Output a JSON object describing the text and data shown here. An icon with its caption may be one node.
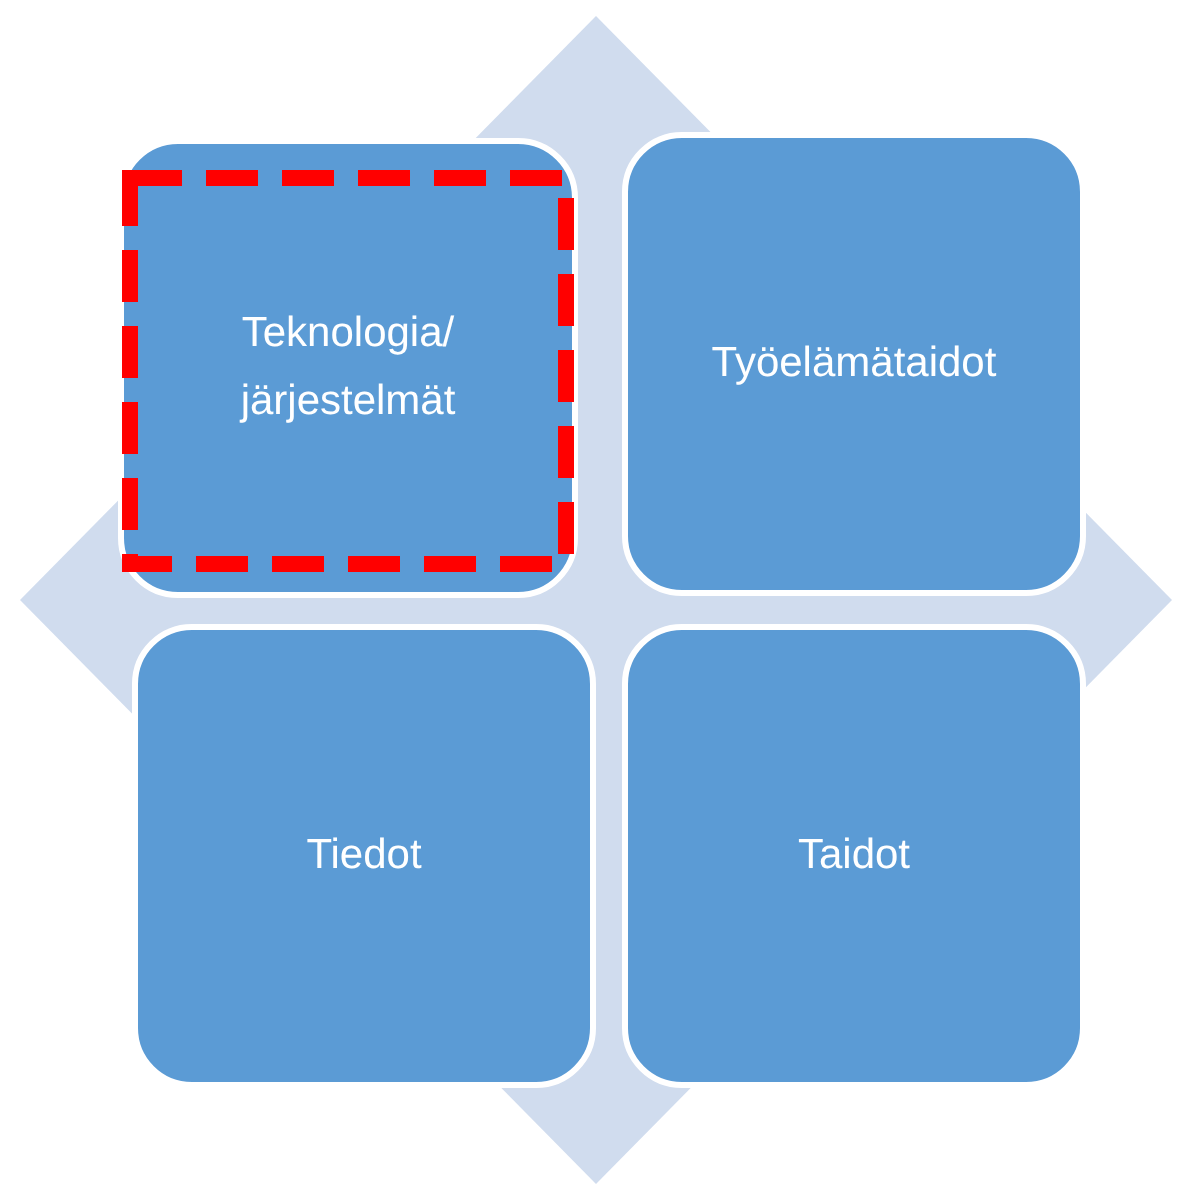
{
  "diagram": {
    "nodes": [
      {
        "text": [
          "Teknologia/ järjestelmät"
        ]
      },
      {
        "text": [
          "Työelämätaidot"
        ]
      },
      {
        "text": [
          "Tiedot"
        ]
      },
      {
        "text": [
          "Taidot"
        ]
      }
    ]
  }
}
